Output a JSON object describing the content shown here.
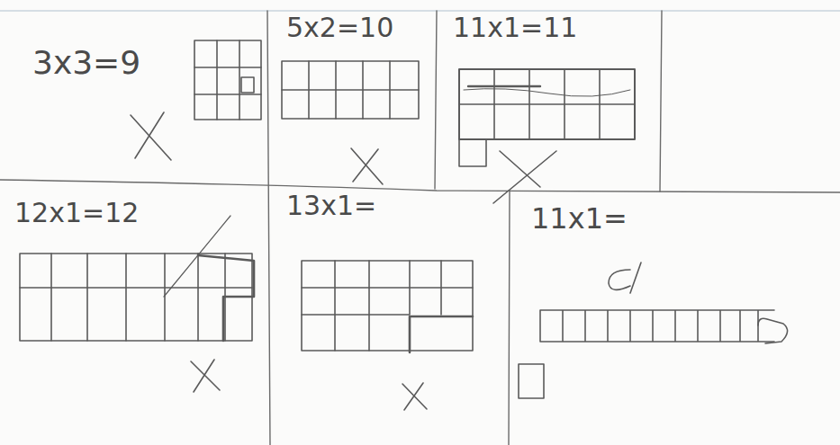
{
  "diagram": {
    "labels": [
      "3x3=9",
      "5x2=10",
      "11x1=11",
      "12x1=12",
      "13x1=",
      "11x1="
    ]
  }
}
